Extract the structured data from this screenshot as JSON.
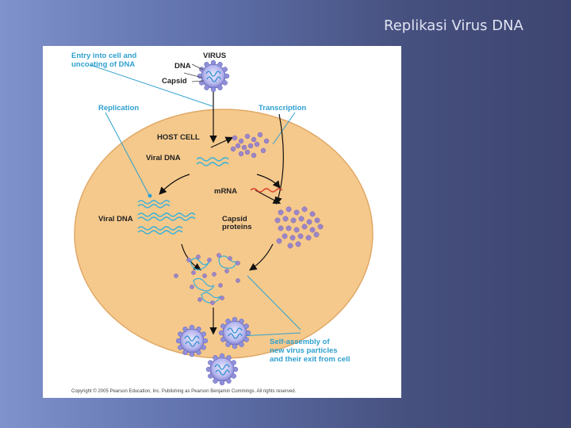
{
  "slide": {
    "title": "Replikasi Virus DNA"
  },
  "diagram": {
    "labels": {
      "entry_line1": "Entry into cell and",
      "entry_line2": "uncoating of DNA",
      "virus": "VIRUS",
      "dna": "DNA",
      "capsid": "Capsid",
      "replication": "Replication",
      "transcription": "Transcription",
      "host_cell": "HOST CELL",
      "viral_dna_top": "Viral DNA",
      "mrna": "mRNA",
      "viral_dna_left": "Viral DNA",
      "capsid_proteins_line1": "Capsid",
      "capsid_proteins_line2": "proteins",
      "self_assembly_line1": "Self-assembly of",
      "self_assembly_line2": "new virus particles",
      "self_assembly_line3": "and their exit from cell"
    },
    "copyright": "Copyright © 2005 Pearson Education, Inc. Publishing as Pearson Benjamin Cummings. All rights reserved.",
    "colors": {
      "cell_fill": "#f5c98c",
      "cell_stroke": "#e0a968",
      "label_blue": "#2fa0cf",
      "label_dark": "#222222",
      "virus_shell": "#8f8fd8",
      "dna_strand": "#3ab0d8",
      "mrna_strand": "#d9402b",
      "capsomere": "#9c86c8"
    }
  }
}
